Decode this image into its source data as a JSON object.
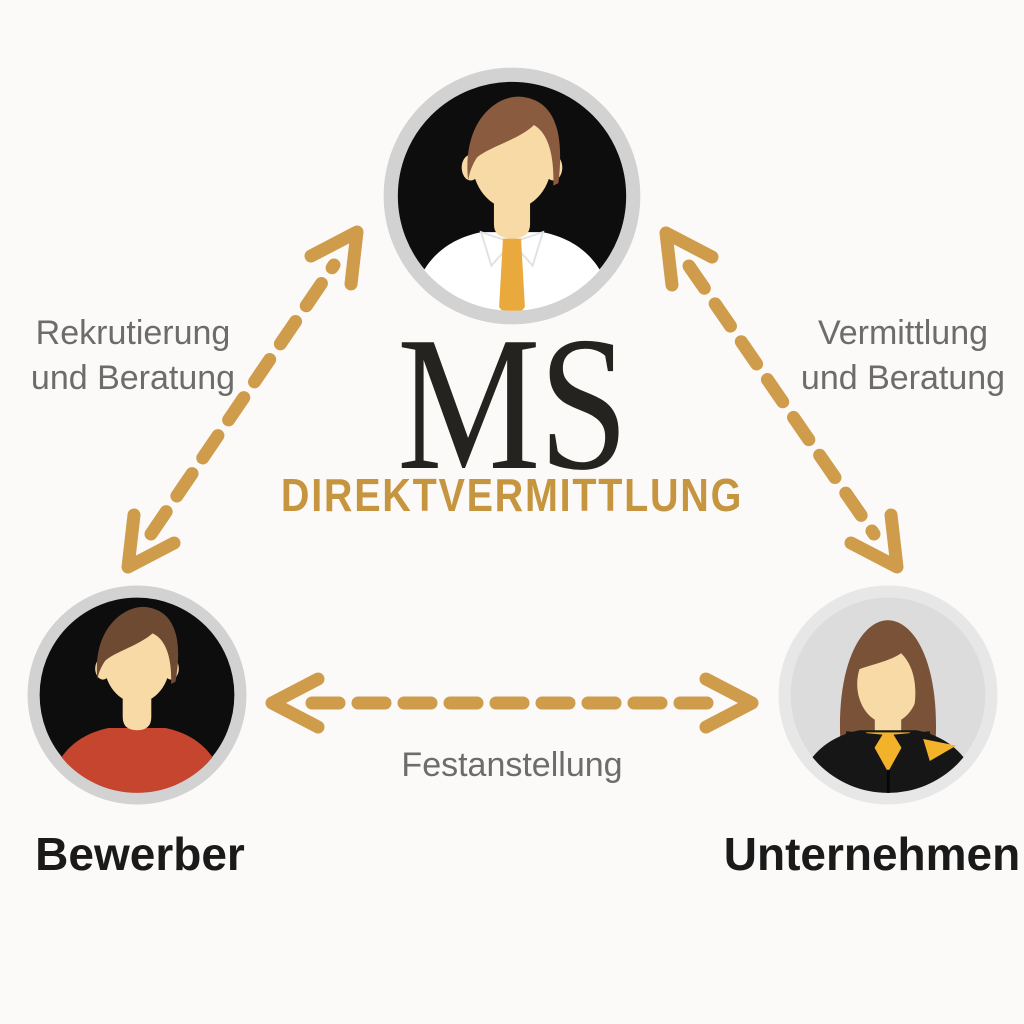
{
  "brand": {
    "monogram": "MS",
    "wordmark": "DIREKTVERMITTLUNG"
  },
  "nodes": {
    "agency": {
      "icon": "businessman-avatar-icon"
    },
    "applicant": {
      "label": "Bewerber",
      "icon": "young-man-avatar-icon"
    },
    "company": {
      "label": "Unternehmen",
      "icon": "businesswoman-avatar-icon"
    }
  },
  "edges": {
    "agency_applicant": {
      "lines": [
        "Rekrutierung",
        "und Beratung"
      ],
      "style": "dashed-double-arrow"
    },
    "agency_company": {
      "lines": [
        "Vermittlung",
        "und Beratung"
      ],
      "style": "dashed-double-arrow"
    },
    "applicant_company": {
      "label": "Festanstellung",
      "style": "dashed-double-arrow"
    }
  },
  "colors": {
    "bg": "#FBFAF8",
    "gold-arrow": "#CE9C4A",
    "gold-text": "#C6953F",
    "gray-text": "#6C6C6C",
    "label-black": "#1A1A1A",
    "monogram-black": "#24231F",
    "ring": "#D2D2D2",
    "ring-light": "#E7E7E7",
    "avatar-dark": "#0D0D0D",
    "avatar-light": "#DCDCDC",
    "skin": "#F8DAA6",
    "hair-top": "#8A5B3E",
    "hair-left": "#6F4A33",
    "hair-right": "#7A5238",
    "shirt-white": "#FFFFFF",
    "shirt-red": "#C5452F",
    "tie-gold": "#EAA93C",
    "scarf-gold": "#F2B32B",
    "jacket-black": "#161616"
  }
}
